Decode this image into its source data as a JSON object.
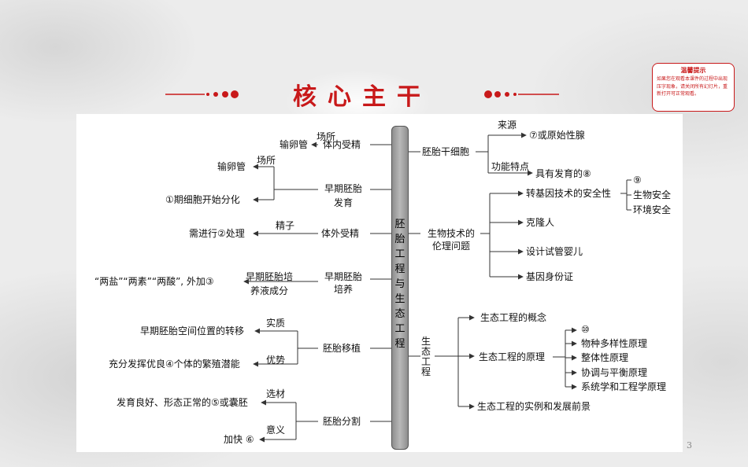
{
  "title": "核心主干",
  "tip": {
    "title": "温馨提示",
    "body": "如果您在观看本课件的过程中出现压字现象，请关闭所有幻灯片，重新打开可正常观看。"
  },
  "page_number": "3",
  "spine": [
    "胚",
    "胎",
    "工",
    "程",
    "与",
    "生",
    "态",
    "工",
    "程"
  ],
  "left": {
    "in_vivo": {
      "label": "体内受精",
      "edge": "场所",
      "target": "输卵管"
    },
    "early_embryo": {
      "label_1": "早期胚胎",
      "label_2": "发育",
      "edge": "场所",
      "target_1": "输卵管",
      "target_2": "①期细胞开始分化"
    },
    "in_vitro": {
      "label": "体外受精",
      "edge": "精子",
      "target": "需进行②处理"
    },
    "culture": {
      "label_1": "早期胚胎",
      "label_2": "培养",
      "edge_1": "早期胚胎培",
      "edge_2": "养液成分",
      "target": "“两盐”“两素”“两酸”, 外加③"
    },
    "transfer": {
      "label": "胚胎移植",
      "edge_1": "实质",
      "edge_2": "优势",
      "target_1": "早期胚胎空间位置的转移",
      "target_2": "充分发挥优良④个体的繁殖潜能"
    },
    "split": {
      "label": "胚胎分割",
      "edge_1": "选材",
      "edge_2": "意义",
      "target_1": "发育良好、形态正常的⑤或囊胚",
      "target_2": "加快 ⑥"
    }
  },
  "right": {
    "stem_cell": {
      "label": "胚胎干细胞",
      "edge_1": "来源",
      "edge_2": "功能特点",
      "target_1": "⑦或原始性腺",
      "target_2": "具有发育的⑧"
    },
    "ethics": {
      "label_1": "生物技术的",
      "label_2": "伦理问题",
      "items": [
        "转基因技术的安全性",
        "克隆人",
        "设计试管婴儿",
        "基因身份证"
      ],
      "safety_items": [
        "⑨",
        "生物安全",
        "环境安全"
      ]
    },
    "eco": {
      "label": [
        "生",
        "态",
        "工",
        "程"
      ],
      "items": [
        "生态工程的概念",
        "生态工程的原理",
        "生态工程的实例和发展前景"
      ],
      "principles": [
        "⑩",
        "物种多样性原理",
        "整体性原理",
        "协调与平衡原理",
        "系统学和工程学原理"
      ]
    }
  }
}
